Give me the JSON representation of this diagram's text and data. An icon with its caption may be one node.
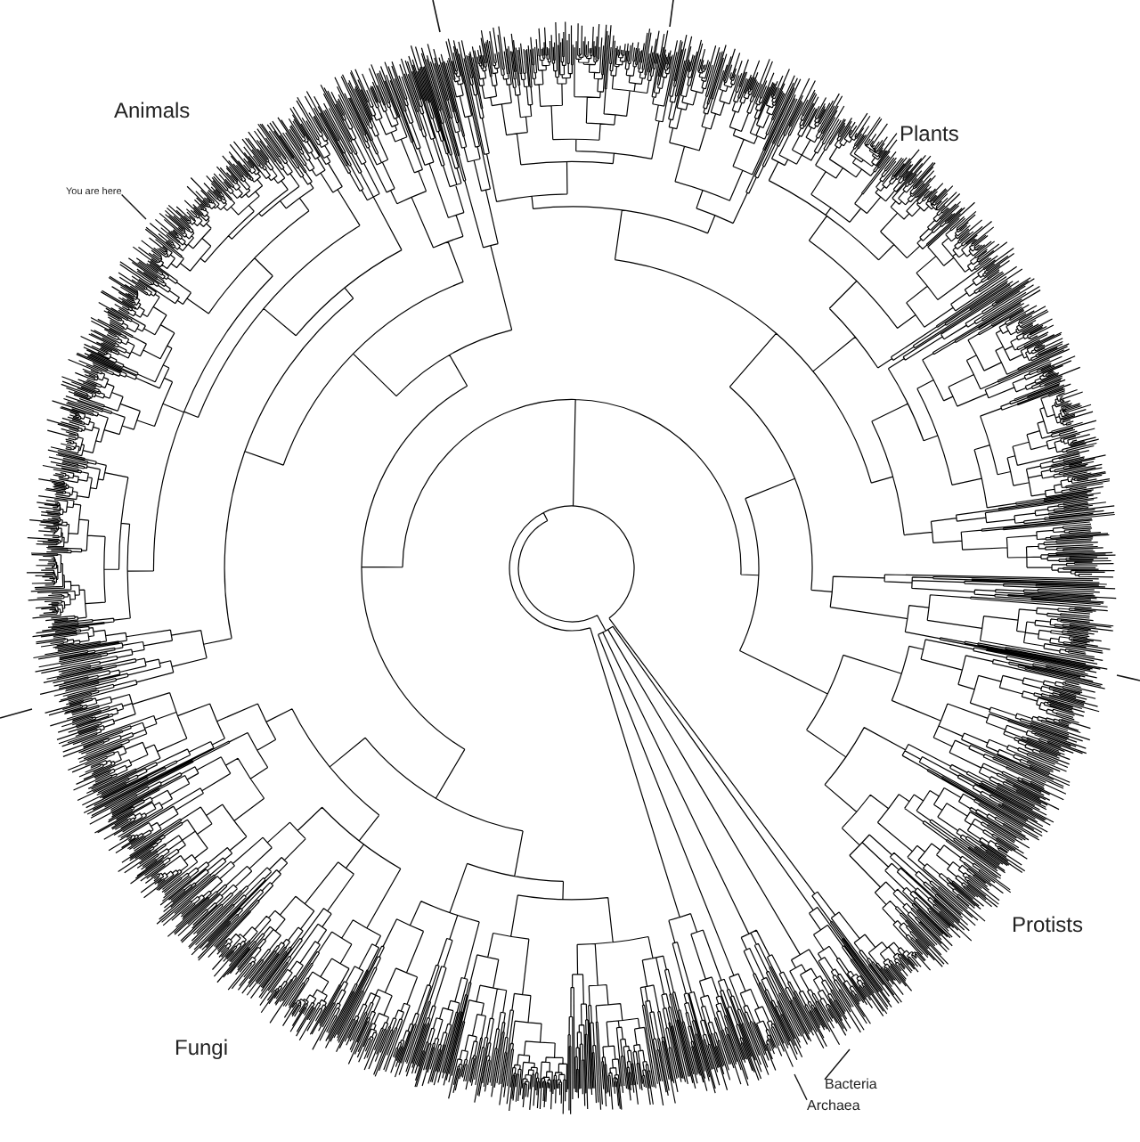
{
  "diagram": {
    "nodes": [
      {
        "text": [
          "You are here"
        ]
      },
      {
        "text": [
          "Bacteria"
        ]
      },
      {
        "text": [
          "Archaea"
        ]
      }
    ],
    "edges": [
      {
        "from": 0,
        "to": null,
        "arrow": "none"
      },
      {
        "from": 1,
        "to": null,
        "arrow": "none"
      },
      {
        "from": 2,
        "to": null,
        "arrow": "none"
      }
    ],
    "labels": [
      "Animals",
      "Plants",
      "Protists",
      "Fungi"
    ]
  }
}
